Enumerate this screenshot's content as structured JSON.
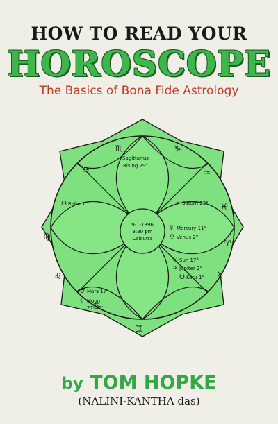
{
  "title": {
    "line1": "HOW TO READ YOUR",
    "line2": "HOROSCOPE",
    "subtitle": "The Basics of Bona Fide Astrology"
  },
  "chart": {
    "rising_line1": "Sagittarius",
    "rising_line2": "Rising 29°",
    "center_date": "9-1-1896",
    "center_time": "3:30 pm",
    "center_place": "Calcutta",
    "rahu": "Rahu 1°",
    "saturn": "Saturn 22°",
    "mercury": "Mercury 11°",
    "venus": "Venus 2°",
    "sun": "Sun 17°",
    "jupiter": "Jupiter 2°",
    "ketu": "Ketu 1°",
    "mars": "Mars 17°",
    "moon_line1": "Moon",
    "moon_line2": "27°35'"
  },
  "glyphs": {
    "rahu": "☊",
    "saturn": "♄",
    "mercury": "☿",
    "venus": "♀",
    "sun": "☉",
    "jupiter": "♃",
    "ketu": "☋",
    "mars": "♂",
    "moon": "☾"
  },
  "author": {
    "by": "by",
    "name": "TOM HOPKE",
    "alias": "(NALINI-KANTHA das)"
  },
  "colors": {
    "background": "#efeee7",
    "wheel_green": "#7ee07e",
    "title_green": "#3fb64b",
    "subtitle_red": "#c23a2a"
  }
}
